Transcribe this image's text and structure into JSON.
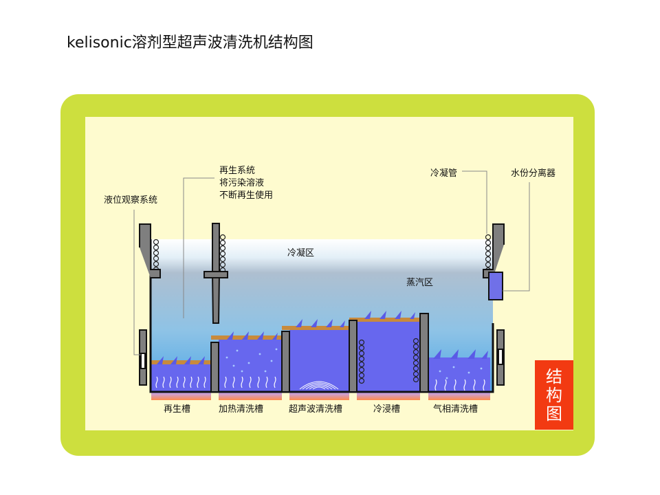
{
  "page_title": "kelisonic溶剂型超声波清洗机结构图",
  "badge_chars": [
    "结",
    "构",
    "图"
  ],
  "callouts": {
    "level": "液位观察系统",
    "regen": [
      "再生系统",
      "将污染溶液",
      "不断再生使用"
    ],
    "condenser_pipe": "冷凝管",
    "water_separator": "水份分离器"
  },
  "zones": {
    "condensing": "冷凝区",
    "vapor": "蒸汽区"
  },
  "tanks": [
    "再生槽",
    "加热清洗槽",
    "超声波清洗槽",
    "冷浸槽",
    "气相清洗槽"
  ],
  "colors": {
    "frame": "#cddf3e",
    "panel": "#fefbcf",
    "liquid": "#6767ee",
    "steel": "#7f7f7f",
    "badge": "#f23a12"
  }
}
